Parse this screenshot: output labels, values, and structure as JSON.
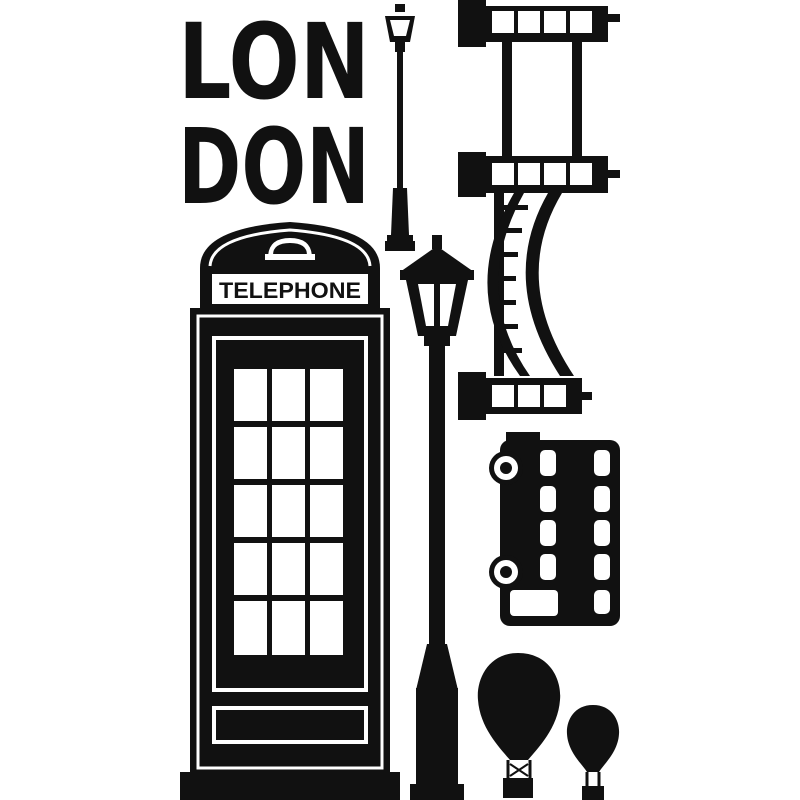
{
  "title": {
    "line1": "LON",
    "line2": "DON"
  },
  "booth": {
    "sign": "TELEPHONE"
  },
  "colors": {
    "ink": "#111111",
    "paper": "#ffffff"
  }
}
